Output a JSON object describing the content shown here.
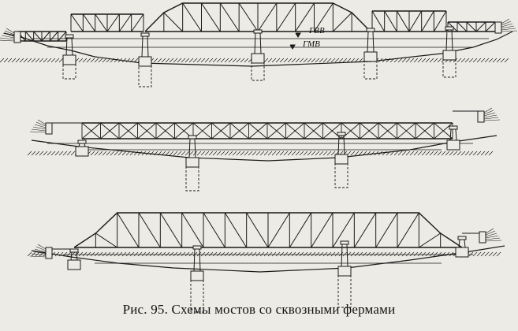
{
  "figure": {
    "caption": "Рис. 95. Схемы мостов со сквозными фермами",
    "water_levels": {
      "high": "ГВВ",
      "low": "ГМВ"
    }
  }
}
